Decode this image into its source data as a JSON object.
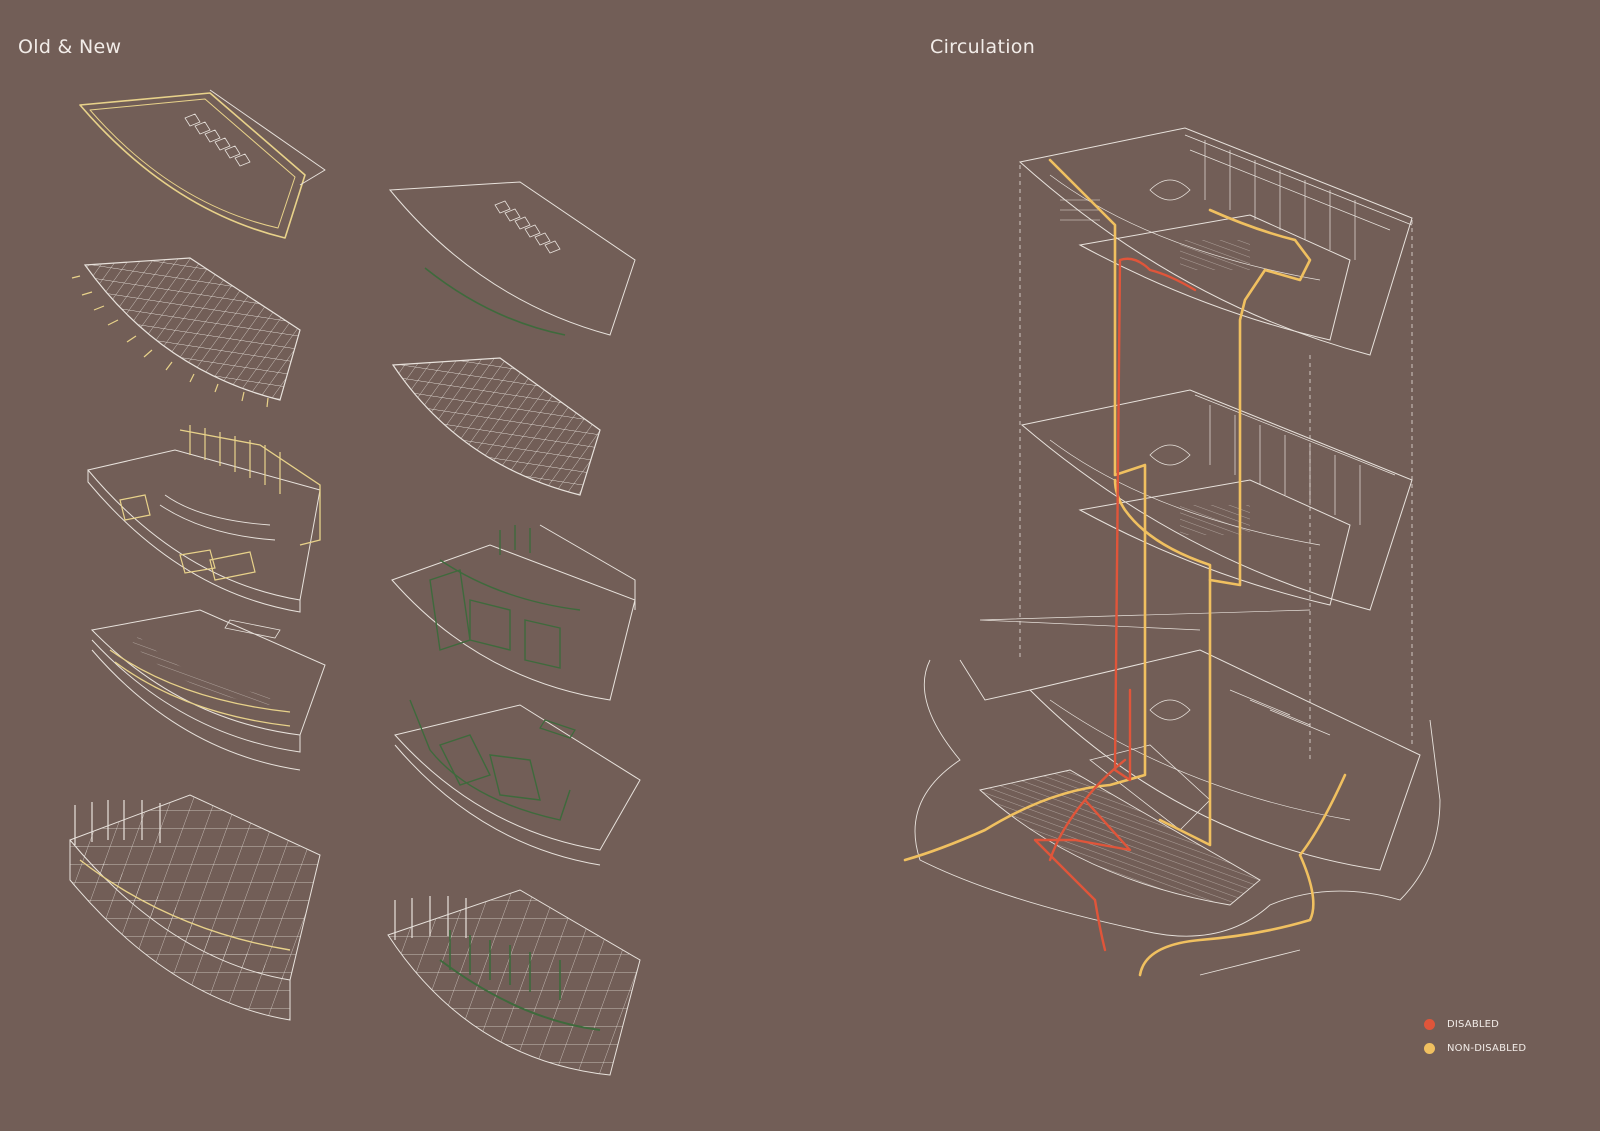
{
  "panels": {
    "left_title": "Old & New",
    "right_title": "Circulation"
  },
  "legend": [
    {
      "label": "DISABLED",
      "color": "#e0553a"
    },
    {
      "label": "NON-DISABLED",
      "color": "#f0c060"
    }
  ],
  "colors": {
    "background": "#725e57",
    "linework": "#e8e2dc",
    "old_highlight": "#e8d28a",
    "new_highlight": "#3e6a3c",
    "disabled_route": "#e0553a",
    "non_disabled_route": "#f0c060"
  }
}
